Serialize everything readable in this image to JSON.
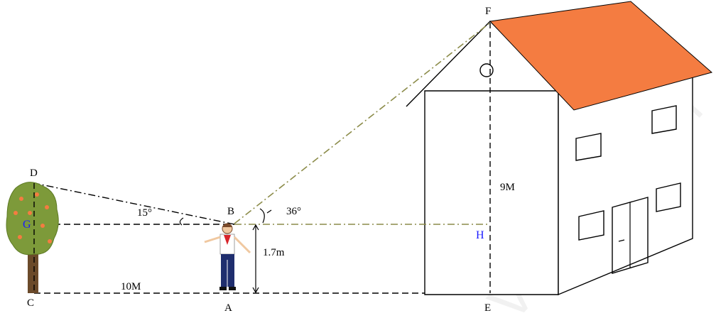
{
  "points": {
    "D": "D",
    "G": "G",
    "C": "C",
    "B": "B",
    "A": "A",
    "F": "F",
    "H": "H",
    "E": "E"
  },
  "measurements": {
    "angle_small": "15°",
    "angle_large": "36°",
    "person_height": "1.7m",
    "distance_tree_person": "10M",
    "house_height": "9M"
  },
  "watermark": "VnDoc.com",
  "colors": {
    "roof": "#f47c41",
    "olive_line": "#8c8c4a",
    "point_blue": "#1a1aff",
    "tree_green": "#7d9a3a",
    "trunk": "#6b4a2a"
  }
}
